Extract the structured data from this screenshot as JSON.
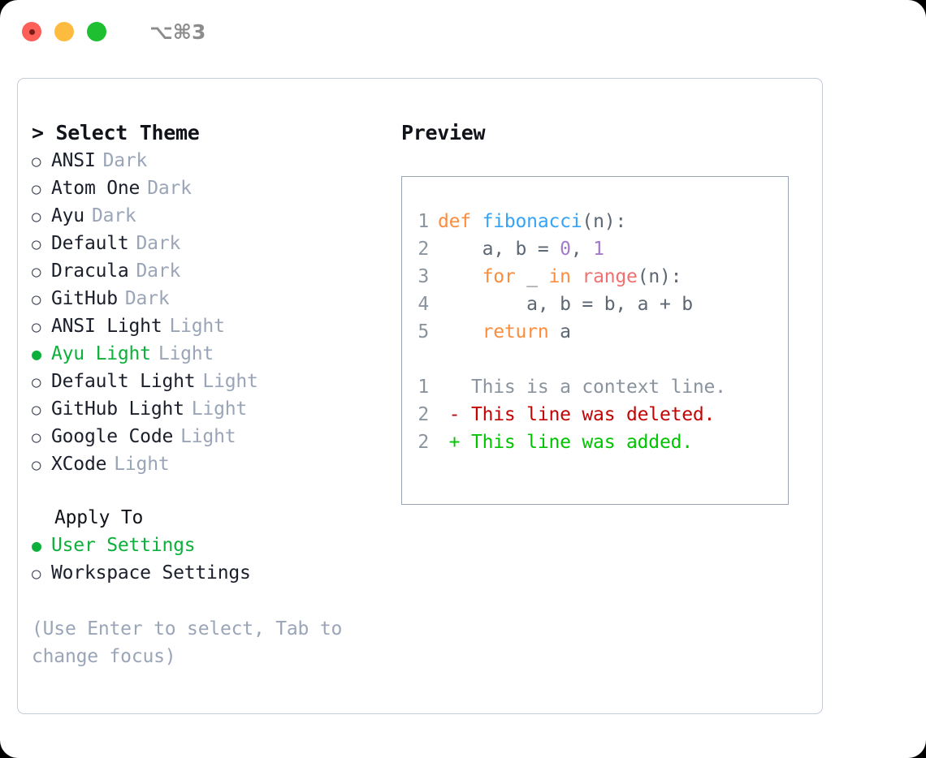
{
  "window": {
    "shortcut": "⌥⌘3",
    "traffic_lights": [
      {
        "name": "close",
        "color": "#fc6058"
      },
      {
        "name": "minimize",
        "color": "#fdbc40"
      },
      {
        "name": "zoom",
        "color": "#1ec032"
      }
    ]
  },
  "theme_list": {
    "header": "> Select Theme",
    "items": [
      {
        "marker": "○",
        "label": "ANSI",
        "suffix": "Dark",
        "selected": false
      },
      {
        "marker": "○",
        "label": "Atom One",
        "suffix": "Dark",
        "selected": false
      },
      {
        "marker": "○",
        "label": "Ayu",
        "suffix": "Dark",
        "selected": false
      },
      {
        "marker": "○",
        "label": "Default",
        "suffix": "Dark",
        "selected": false
      },
      {
        "marker": "○",
        "label": "Dracula",
        "suffix": "Dark",
        "selected": false
      },
      {
        "marker": "○",
        "label": "GitHub",
        "suffix": "Dark",
        "selected": false
      },
      {
        "marker": "○",
        "label": "ANSI Light",
        "suffix": "Light",
        "selected": false
      },
      {
        "marker": "●",
        "label": "Ayu Light",
        "suffix": "Light",
        "selected": true
      },
      {
        "marker": "○",
        "label": "Default Light",
        "suffix": "Light",
        "selected": false
      },
      {
        "marker": "○",
        "label": "GitHub Light",
        "suffix": "Light",
        "selected": false
      },
      {
        "marker": "○",
        "label": "Google Code",
        "suffix": "Light",
        "selected": false
      },
      {
        "marker": "○",
        "label": "XCode",
        "suffix": "Light",
        "selected": false
      }
    ]
  },
  "apply_to": {
    "header": "Apply To",
    "items": [
      {
        "marker": "●",
        "label": "User Settings",
        "selected": true
      },
      {
        "marker": "○",
        "label": "Workspace Settings",
        "selected": false
      }
    ]
  },
  "hint": "(Use Enter to select, Tab to change focus)",
  "preview": {
    "title": "Preview",
    "code_lines": [
      {
        "lineno": "1",
        "tokens": [
          {
            "text": "def ",
            "type": "kw"
          },
          {
            "text": "fibonacci",
            "type": "fn"
          },
          {
            "text": "(n):",
            "type": "punc"
          }
        ]
      },
      {
        "lineno": "2",
        "tokens": [
          {
            "text": "    a, b = ",
            "type": "plain"
          },
          {
            "text": "0",
            "type": "num"
          },
          {
            "text": ", ",
            "type": "plain"
          },
          {
            "text": "1",
            "type": "num"
          }
        ]
      },
      {
        "lineno": "3",
        "tokens": [
          {
            "text": "    ",
            "type": "plain"
          },
          {
            "text": "for",
            "type": "kw"
          },
          {
            "text": " _ ",
            "type": "plain"
          },
          {
            "text": "in",
            "type": "kw"
          },
          {
            "text": " ",
            "type": "plain"
          },
          {
            "text": "range",
            "type": "built"
          },
          {
            "text": "(n):",
            "type": "punc"
          }
        ]
      },
      {
        "lineno": "4",
        "tokens": [
          {
            "text": "        a, b = b, a + b",
            "type": "plain"
          }
        ]
      },
      {
        "lineno": "5",
        "tokens": [
          {
            "text": "    ",
            "type": "plain"
          },
          {
            "text": "return",
            "type": "kw"
          },
          {
            "text": " a",
            "type": "plain"
          }
        ]
      }
    ],
    "diff_lines": [
      {
        "lineno": "1",
        "text": "   This is a context line.",
        "type": "context"
      },
      {
        "lineno": "2",
        "text": " - This line was deleted.",
        "type": "del"
      },
      {
        "lineno": "2",
        "text": " + This line was added.",
        "type": "add"
      }
    ]
  },
  "colors": {
    "accent_green": "#0cb03a",
    "keyword": "#fa8d3e",
    "function": "#36a3f7",
    "number": "#a37acc",
    "builtin": "#f07171",
    "muted": "#9aa5b8",
    "diff_del": "#c10505",
    "diff_add": "#00c400"
  }
}
